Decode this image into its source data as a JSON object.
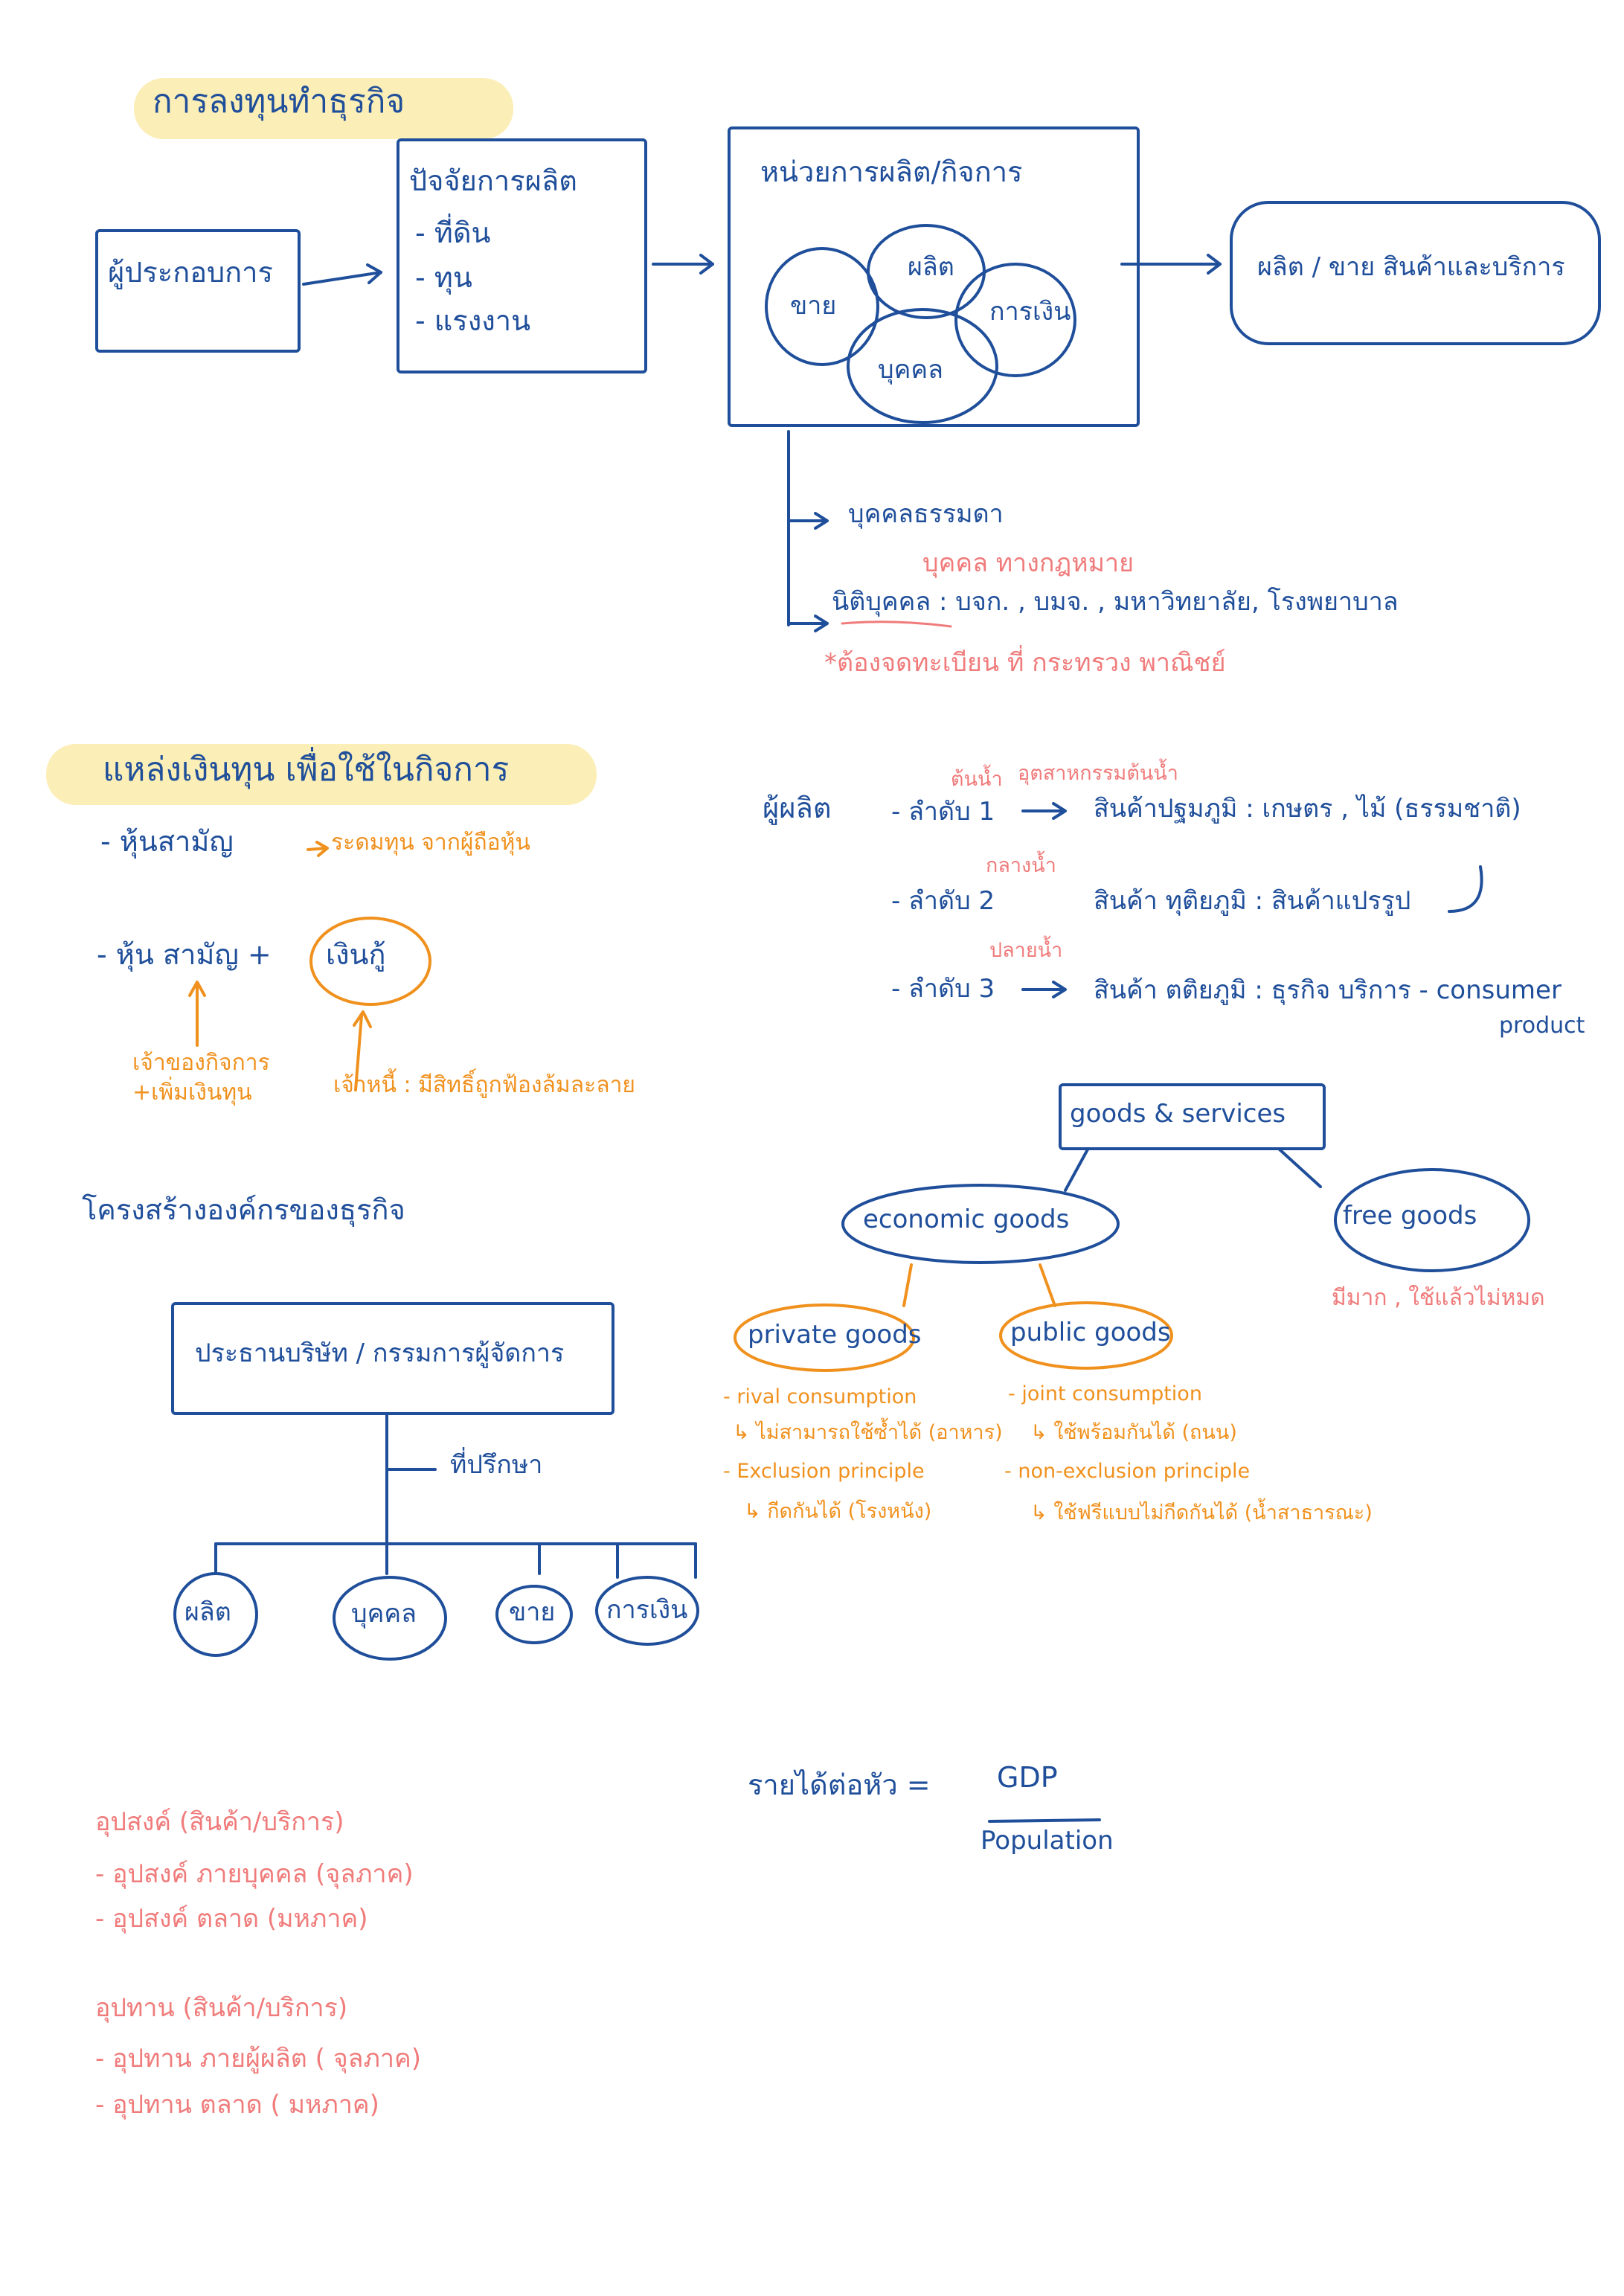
{
  "colors": {
    "ink": "#1f4e9a",
    "accent_orange": "#f0911e",
    "accent_pink": "#f07b7b",
    "highlight": "#fbeeb6"
  },
  "section1": {
    "title": "การลงทุนทำธุรกิจ",
    "entrepreneur": "ผู้ประกอบการ",
    "factors_title": "ปัจจัยการผลิต",
    "factors": [
      "- ที่ดิน",
      "- ทุน",
      "- แรงงาน"
    ],
    "unit_title": "หน่วยการผลิต/กิจการ",
    "circles": [
      "ผลิต",
      "ขาย",
      "การเงิน",
      "บุคคล"
    ],
    "output": "ผลิต / ขาย สินค้าและบริการ",
    "branch1": "บุคคลธรรมดา",
    "branch2_note": "บุคคล ทางกฎหมาย",
    "branch2": "นิติบุคคล : บจก. , บมจ. , มหาวิทยาลัย, โรงพยาบาล",
    "branch2_footnote": "*ต้องจดทะเบียน ที่ กระทรวง พาณิชย์"
  },
  "section2": {
    "title": "แหล่งเงินทุน เพื่อใช้ในกิจการ",
    "item1": "- หุ้นสามัญ",
    "item1_note": "ระดมทุน จากผู้ถือหุ้น",
    "item2_prefix": "- หุ้น สามัญ +",
    "item2_loan": "เงินกู้",
    "owner_note": [
      "เจ้าของกิจการ",
      "+เพิ่มเงินทุน"
    ],
    "creditor_note": "เจ้าหนี้ : มีสิทธิ์ถูกฟ้องล้มละลาย"
  },
  "section3": {
    "title": "โครงสร้างองค์กรของธุรกิจ",
    "top": "ประธานบริษัท / กรรมการผู้จัดการ",
    "advisor": "ที่ปรึกษา",
    "depts": [
      "ผลิต",
      "บุคคล",
      "ขาย",
      "การเงิน"
    ]
  },
  "producers": {
    "label": "ผู้ผลิต",
    "row1_note": "ต้นน้ำ",
    "row1_prefix": "- ลำดับ 1",
    "row1": "สินค้าปฐมภูมิ : เกษตร , ไม้ (ธรรมชาติ)",
    "row1_note2": "อุตสาหกรรมต้นน้ำ",
    "row2_note": "กลางน้ำ",
    "row2_prefix": "- ลำดับ 2",
    "row2": "สินค้า ทุติยภูมิ : สินค้าแปรรูป",
    "row3_note": "ปลายน้ำ",
    "row3_prefix": "- ลำดับ 3",
    "row3": "สินค้า ตติยภูมิ : ธุรกิจ บริการ - consumer",
    "row3_tail": "product"
  },
  "goods": {
    "root": "goods & services",
    "economic": "economic goods",
    "free": "free goods",
    "free_note": "มีมาก , ใช้แล้วไม่หมด",
    "private": "private goods",
    "public": "public goods",
    "private_notes": [
      "- rival consumption",
      "↳ ไม่สามารถใช้ซ้ำได้ (อาหาร)",
      "- Exclusion principle",
      "↳ กีดกันได้ (โรงหนัง)"
    ],
    "public_notes": [
      "- joint consumption",
      "↳ ใช้พร้อมกันได้ (ถนน)",
      "- non-exclusion principle",
      "↳ ใช้ฟรีแบบไม่กีดกันได้ (น้ำสาธารณะ)"
    ]
  },
  "gdp": {
    "label": "รายได้ต่อหัว =",
    "numerator": "GDP",
    "denominator": "Population"
  },
  "demand_supply": {
    "demand_title": "อุปสงค์ (สินค้า/บริการ)",
    "demand_items": [
      "- อุปสงค์ ภายบุคคล (จุลภาค)",
      "- อุปสงค์ ตลาด (มหภาค)"
    ],
    "supply_title": "อุปทาน (สินค้า/บริการ)",
    "supply_items": [
      "- อุปทาน ภายผู้ผลิต ( จุลภาค)",
      "- อุปทาน ตลาด ( มหภาค)"
    ]
  }
}
